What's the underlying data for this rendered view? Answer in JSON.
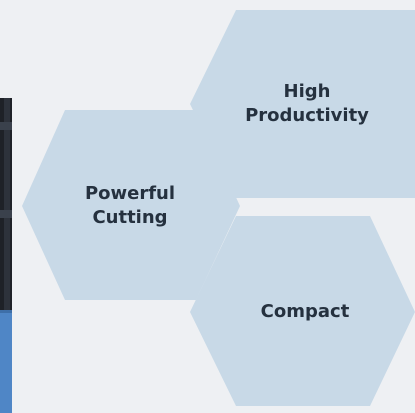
{
  "hexagons": {
    "productivity": {
      "line1": "High",
      "line2": "Productivity"
    },
    "cutting": {
      "line1": "Powerful",
      "line2": "Cutting"
    },
    "compact": {
      "line1": "Compact"
    }
  },
  "colors": {
    "background": "#eef0f3",
    "hexagon_fill": "#c8d9e7",
    "label_text": "#25313f",
    "machine_dark": "#1e2127",
    "machine_blue": "#4f86c6"
  }
}
